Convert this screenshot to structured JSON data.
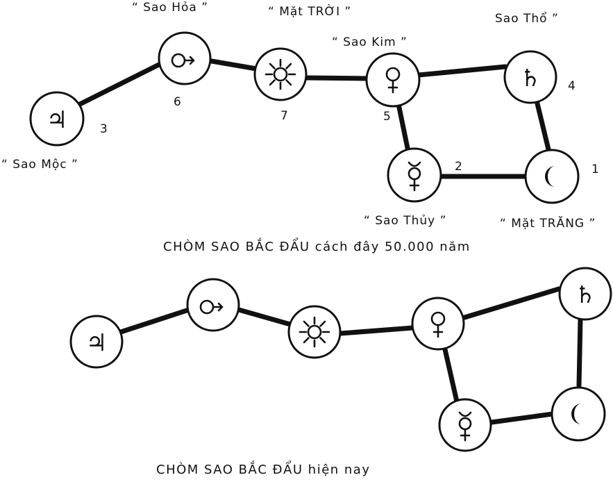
{
  "planets": {
    "moc": {
      "name": "“ Sao Mộc ”",
      "symbol": "jupiter-symbol",
      "glyph": "♃",
      "number": "3"
    },
    "hoa": {
      "name": "“ Sao Hỏa ”",
      "symbol": "mars-symbol",
      "number": "6"
    },
    "troi": {
      "name": "“ Mặt  TRỜI ”",
      "symbol": "sun-symbol",
      "number": "7"
    },
    "kim": {
      "name": "“ Sao Kim ”",
      "symbol": "venus-symbol",
      "number": "5"
    },
    "tho": {
      "name": "Sao Thổ ”",
      "symbol": "saturn-symbol",
      "glyph": "♄",
      "number": "4"
    },
    "thuy": {
      "name": "“ Sao Thủy ”",
      "symbol": "mercury-symbol",
      "number": "2"
    },
    "trang": {
      "name": "“ Mặt  TRĂNG ”",
      "symbol": "moon-symbol",
      "number": "1"
    }
  },
  "captions": {
    "past": "CHÒM  SAO  BẮC  ĐẨU   cách đây   50.000 năm",
    "present": "CHÒM  SAO  BẮC  ĐẨU  hiện nay"
  }
}
